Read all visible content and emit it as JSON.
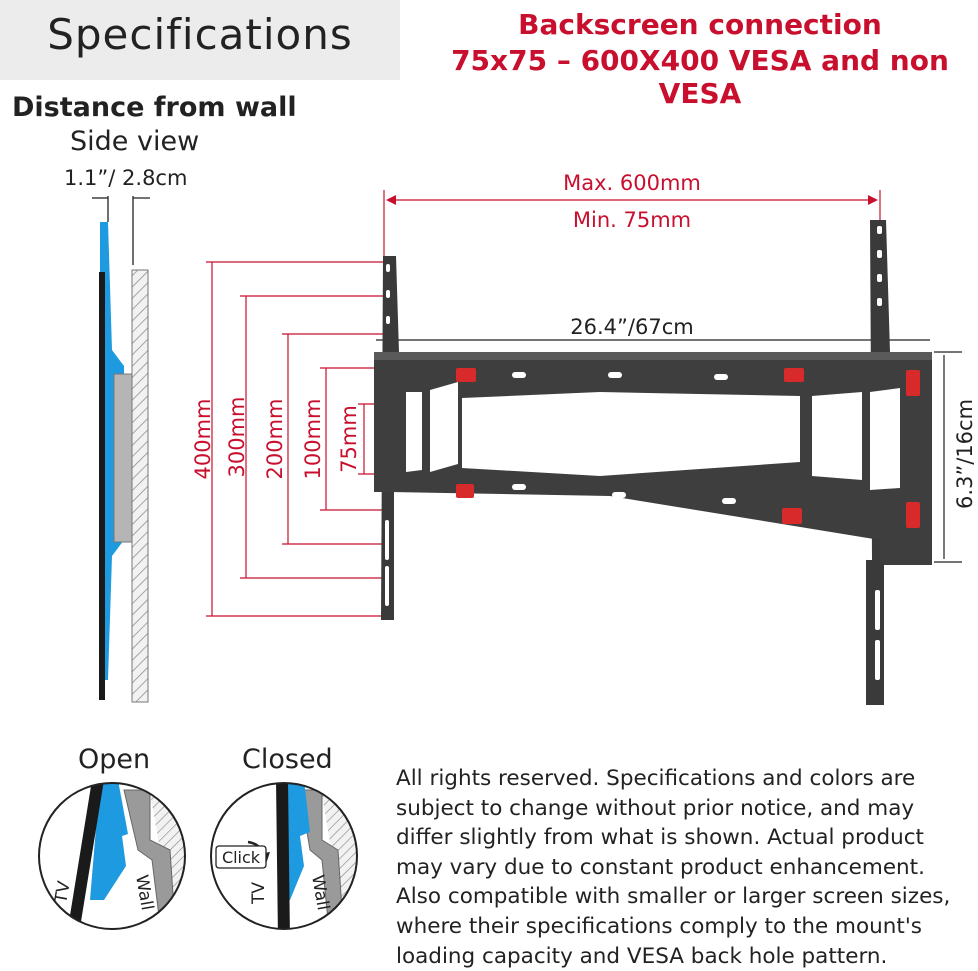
{
  "header": {
    "title": "Specifications",
    "connection_line1": "Backscreen connection",
    "connection_line2": "75x75 – 600X400 VESA and non VESA"
  },
  "side_view": {
    "heading": "Distance from wall",
    "subheading": "Side view",
    "distance": "1.1”/ 2.8cm"
  },
  "bracket": {
    "max_width": "Max. 600mm",
    "min_width": "Min. 75mm",
    "overall_width": "26.4”/67cm",
    "height": "6.3”/16cm",
    "vertical_dims": [
      "400mm",
      "300mm",
      "200mm",
      "100mm",
      "75mm"
    ]
  },
  "lock": {
    "open_label": "Open",
    "closed_label": "Closed",
    "tv_label": "TV",
    "wall_label": "Wall",
    "click_label": "Click"
  },
  "disclaimer": "All rights reserved. Specifications and colors are subject to change without prior notice, and may differ slightly from what is shown. Actual product may vary due to constant product enhancement. Also compatible with smaller or larger screen sizes, where their specifications comply to the mount's loading capacity and VESA back hole pattern.",
  "colors": {
    "accent_red": "#c8102e",
    "mount_blue": "#1e9be0",
    "bracket_dark": "#333333"
  }
}
